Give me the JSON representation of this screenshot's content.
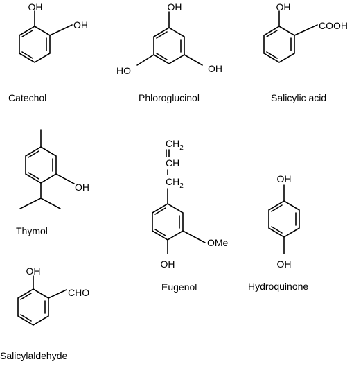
{
  "molecules": {
    "catechol": {
      "name": "Catechol",
      "groups": {
        "oh_top": "OH",
        "oh_right": "OH"
      }
    },
    "phloroglucinol": {
      "name": "Phloroglucinol",
      "groups": {
        "oh_top": "OH",
        "oh_left": "HO",
        "oh_right": "OH"
      }
    },
    "salicylic_acid": {
      "name": "Salicylic acid",
      "groups": {
        "oh_top": "OH",
        "cooh": "COOH"
      }
    },
    "thymol": {
      "name": "Thymol",
      "groups": {
        "oh": "OH"
      }
    },
    "eugenol": {
      "name": "Eugenol",
      "groups": {
        "ch2_top": "CH",
        "ch2_top_sub": "2",
        "ch": "CH",
        "ch2_mid": "CH",
        "ch2_mid_sub": "2",
        "ome": "OMe",
        "oh": "OH"
      }
    },
    "hydroquinone": {
      "name": "Hydroquinone",
      "groups": {
        "oh_top": "OH",
        "oh_bottom": "OH"
      }
    },
    "salicylaldehyde": {
      "name": "Salicylaldehyde",
      "groups": {
        "oh_top": "OH",
        "cho": "CHO"
      }
    }
  }
}
